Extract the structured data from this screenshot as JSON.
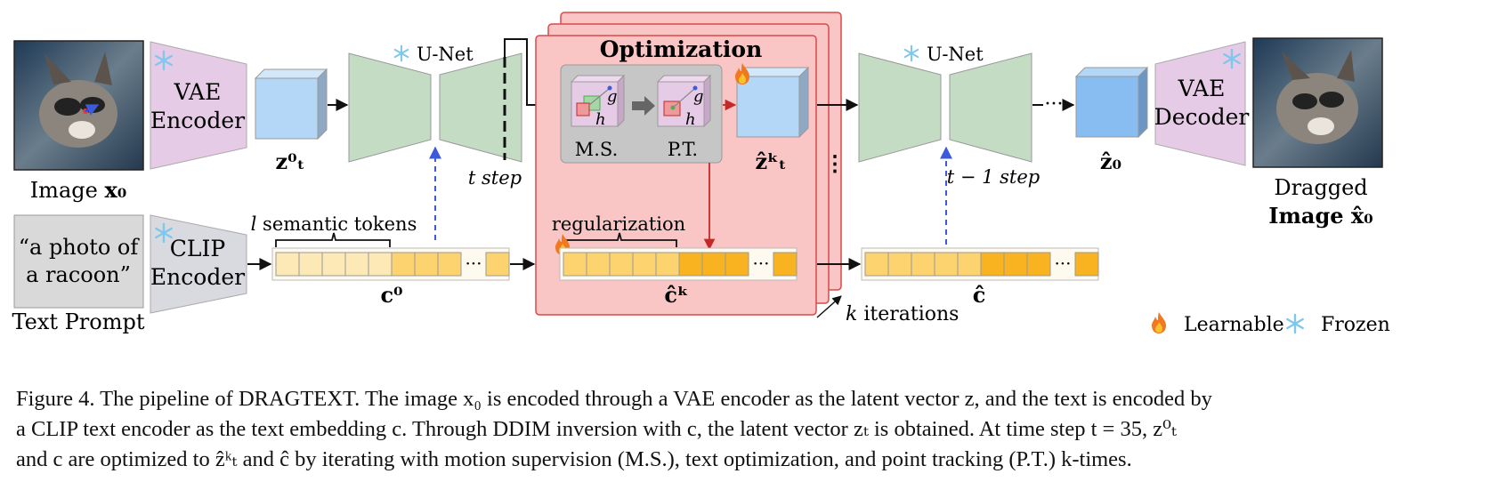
{
  "figure": {
    "image_label": "Image",
    "image_var": "x₀",
    "text_prompt_box": [
      "“a photo of",
      "a racoon”"
    ],
    "text_prompt_label": "Text Prompt",
    "vae_encoder": [
      "VAE",
      "Encoder"
    ],
    "clip_encoder": [
      "CLIP",
      "Encoder"
    ],
    "zt0_label": "z⁰ₜ",
    "c0_label": "c⁰",
    "unet_label": "U-Net",
    "t_step": "t step",
    "semantic_tokens": "l semantic tokens",
    "optimization_title": "Optimization",
    "ms_label": "M.S.",
    "pt_label": "P.T.",
    "g_label": "g",
    "h_label": "h",
    "zt_hat_k": "ẑᵏₜ",
    "regularization": "regularization",
    "c_hat_k": "ĉᵏ",
    "k_iterations": "k iterations",
    "ellipsis": "···",
    "unet2_label": "U-Net",
    "t1_step": "t − 1 step",
    "z0_hat": "ẑ₀",
    "c_hat": "ĉ",
    "vae_decoder": [
      "VAE",
      "Decoder"
    ],
    "dragged_label": [
      "Dragged",
      "Image x̂₀"
    ],
    "legend_learnable": "Learnable",
    "legend_frozen": "Frozen"
  },
  "caption": {
    "line1": "Figure 4. The pipeline of DRAGTEXT. The image x₀ is encoded through a VAE encoder as the latent vector z, and the text is encoded by",
    "line2": "a CLIP text encoder as the text embedding c. Through DDIM inversion with c, the latent vector zₜ is obtained. At time step t = 35, z⁰ₜ",
    "line3": "and c are optimized to ẑᵏₜ and ĉ by iterating with motion supervision (M.S.), text optimization, and point tracking (P.T.) k-times."
  },
  "colors": {
    "vae": "#e6cbe6",
    "clip": "#d9d9d9",
    "unet": "#c4dcc4",
    "latent_light": "#b4d7f7",
    "latent_dark": "#88bdf2",
    "opt_panel": "#f9c5c5",
    "opt_border": "#d94a4a",
    "token_light": "#fde9b6",
    "token_mid": "#fdd36f",
    "token_dark": "#f9b320",
    "flame": "#f07820",
    "snow": "#7fc7ec"
  }
}
